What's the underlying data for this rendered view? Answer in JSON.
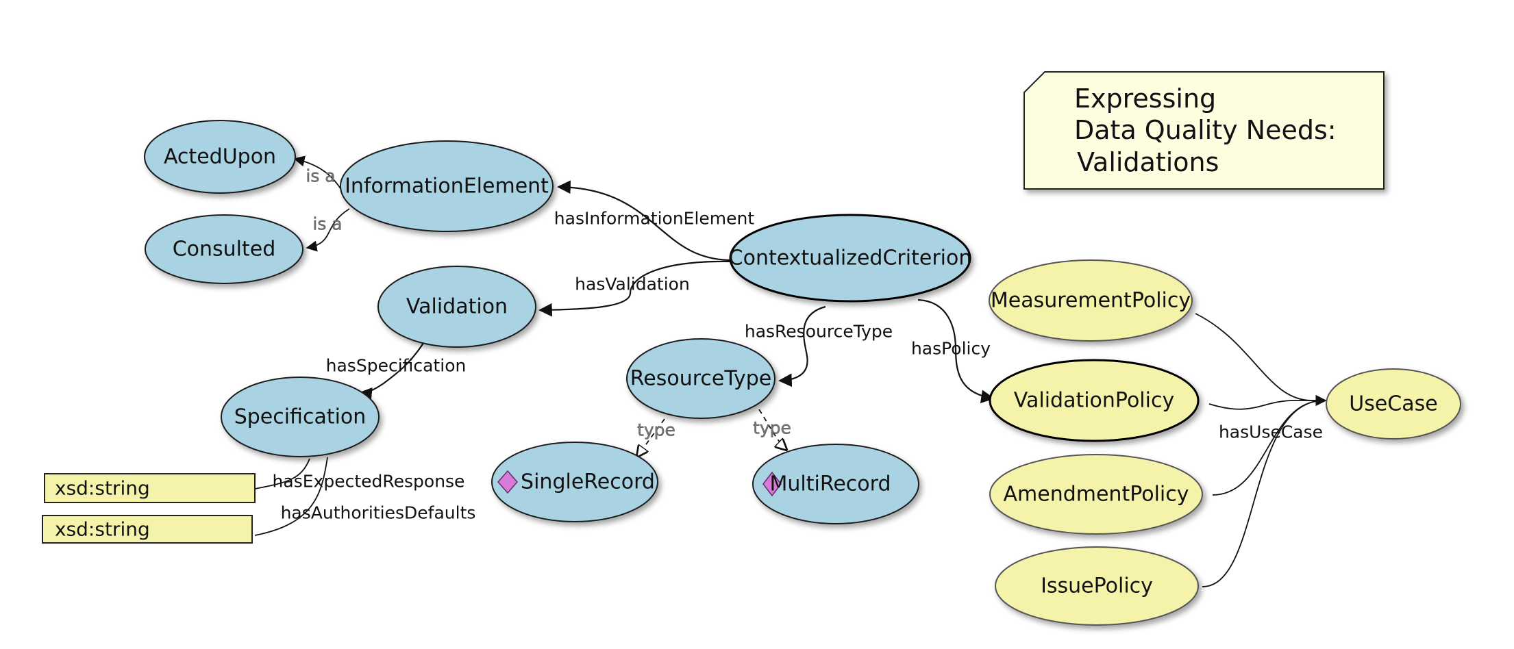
{
  "title": {
    "line1": "Expressing",
    "line2": "Data Quality Needs:",
    "line3": "Validations"
  },
  "nodes": {
    "acted_upon": "ActedUpon",
    "consulted": "Consulted",
    "information_element": "InformationElement",
    "contextualized_criterion": "ContextualizedCriterion",
    "validation": "Validation",
    "specification": "Specification",
    "resource_type": "ResourceType",
    "single_record": "SingleRecord",
    "multi_record": "MultiRecord",
    "measurement_policy": "MeasurementPolicy",
    "validation_policy": "ValidationPolicy",
    "amendment_policy": "AmendmentPolicy",
    "issue_policy": "IssuePolicy",
    "use_case": "UseCase"
  },
  "literals": {
    "expected_response_type": "xsd:string",
    "authorities_defaults_type": "xsd:string"
  },
  "edges": {
    "is_a_acted_upon": "is a",
    "is_a_consulted": "is a",
    "has_information_element": "hasInformationElement",
    "has_validation": "hasValidation",
    "has_specification": "hasSpecification",
    "has_resource_type": "hasResourceType",
    "has_policy": "hasPolicy",
    "type_single": "type",
    "type_multi": "type",
    "has_expected_response": "hasExpectedResponse",
    "has_authorities_defaults": "hasAuthoritiesDefaults",
    "has_use_case": "hasUseCase"
  },
  "colors": {
    "class_fill": "#a9d3e3",
    "policy_fill": "#f5f3a9",
    "individual_marker": "#d77bd9",
    "title_fill": "#fdfde0"
  }
}
